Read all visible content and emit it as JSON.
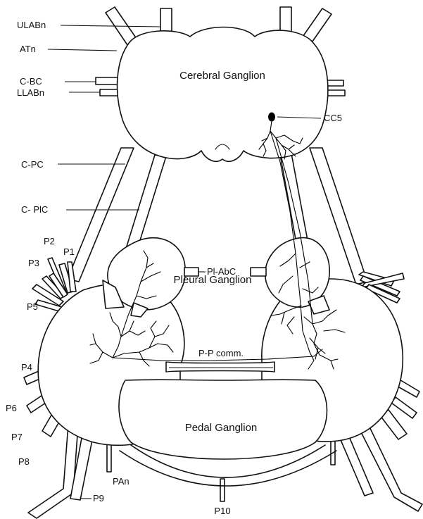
{
  "ganglia": {
    "cerebral": "Cerebral Ganglion",
    "pleural": "Pleural Ganglion",
    "pedal": "Pedal Ganglion"
  },
  "labels": {
    "ulabn": "ULABn",
    "atn": "ATn",
    "cbc": "C-BC",
    "llabn": "LLABn",
    "cpc": "C-PC",
    "cplc": "C- PlC",
    "cc5": "CC5",
    "plabc": "Pl-AbC",
    "pp_comm": "P-P comm.",
    "p1": "P1",
    "p2": "P2",
    "p3": "P3",
    "p4": "P4",
    "p5": "P5",
    "p6": "P6",
    "p7": "P7",
    "p8": "P8",
    "p9": "P9",
    "p10": "P10",
    "pan": "PAn"
  }
}
